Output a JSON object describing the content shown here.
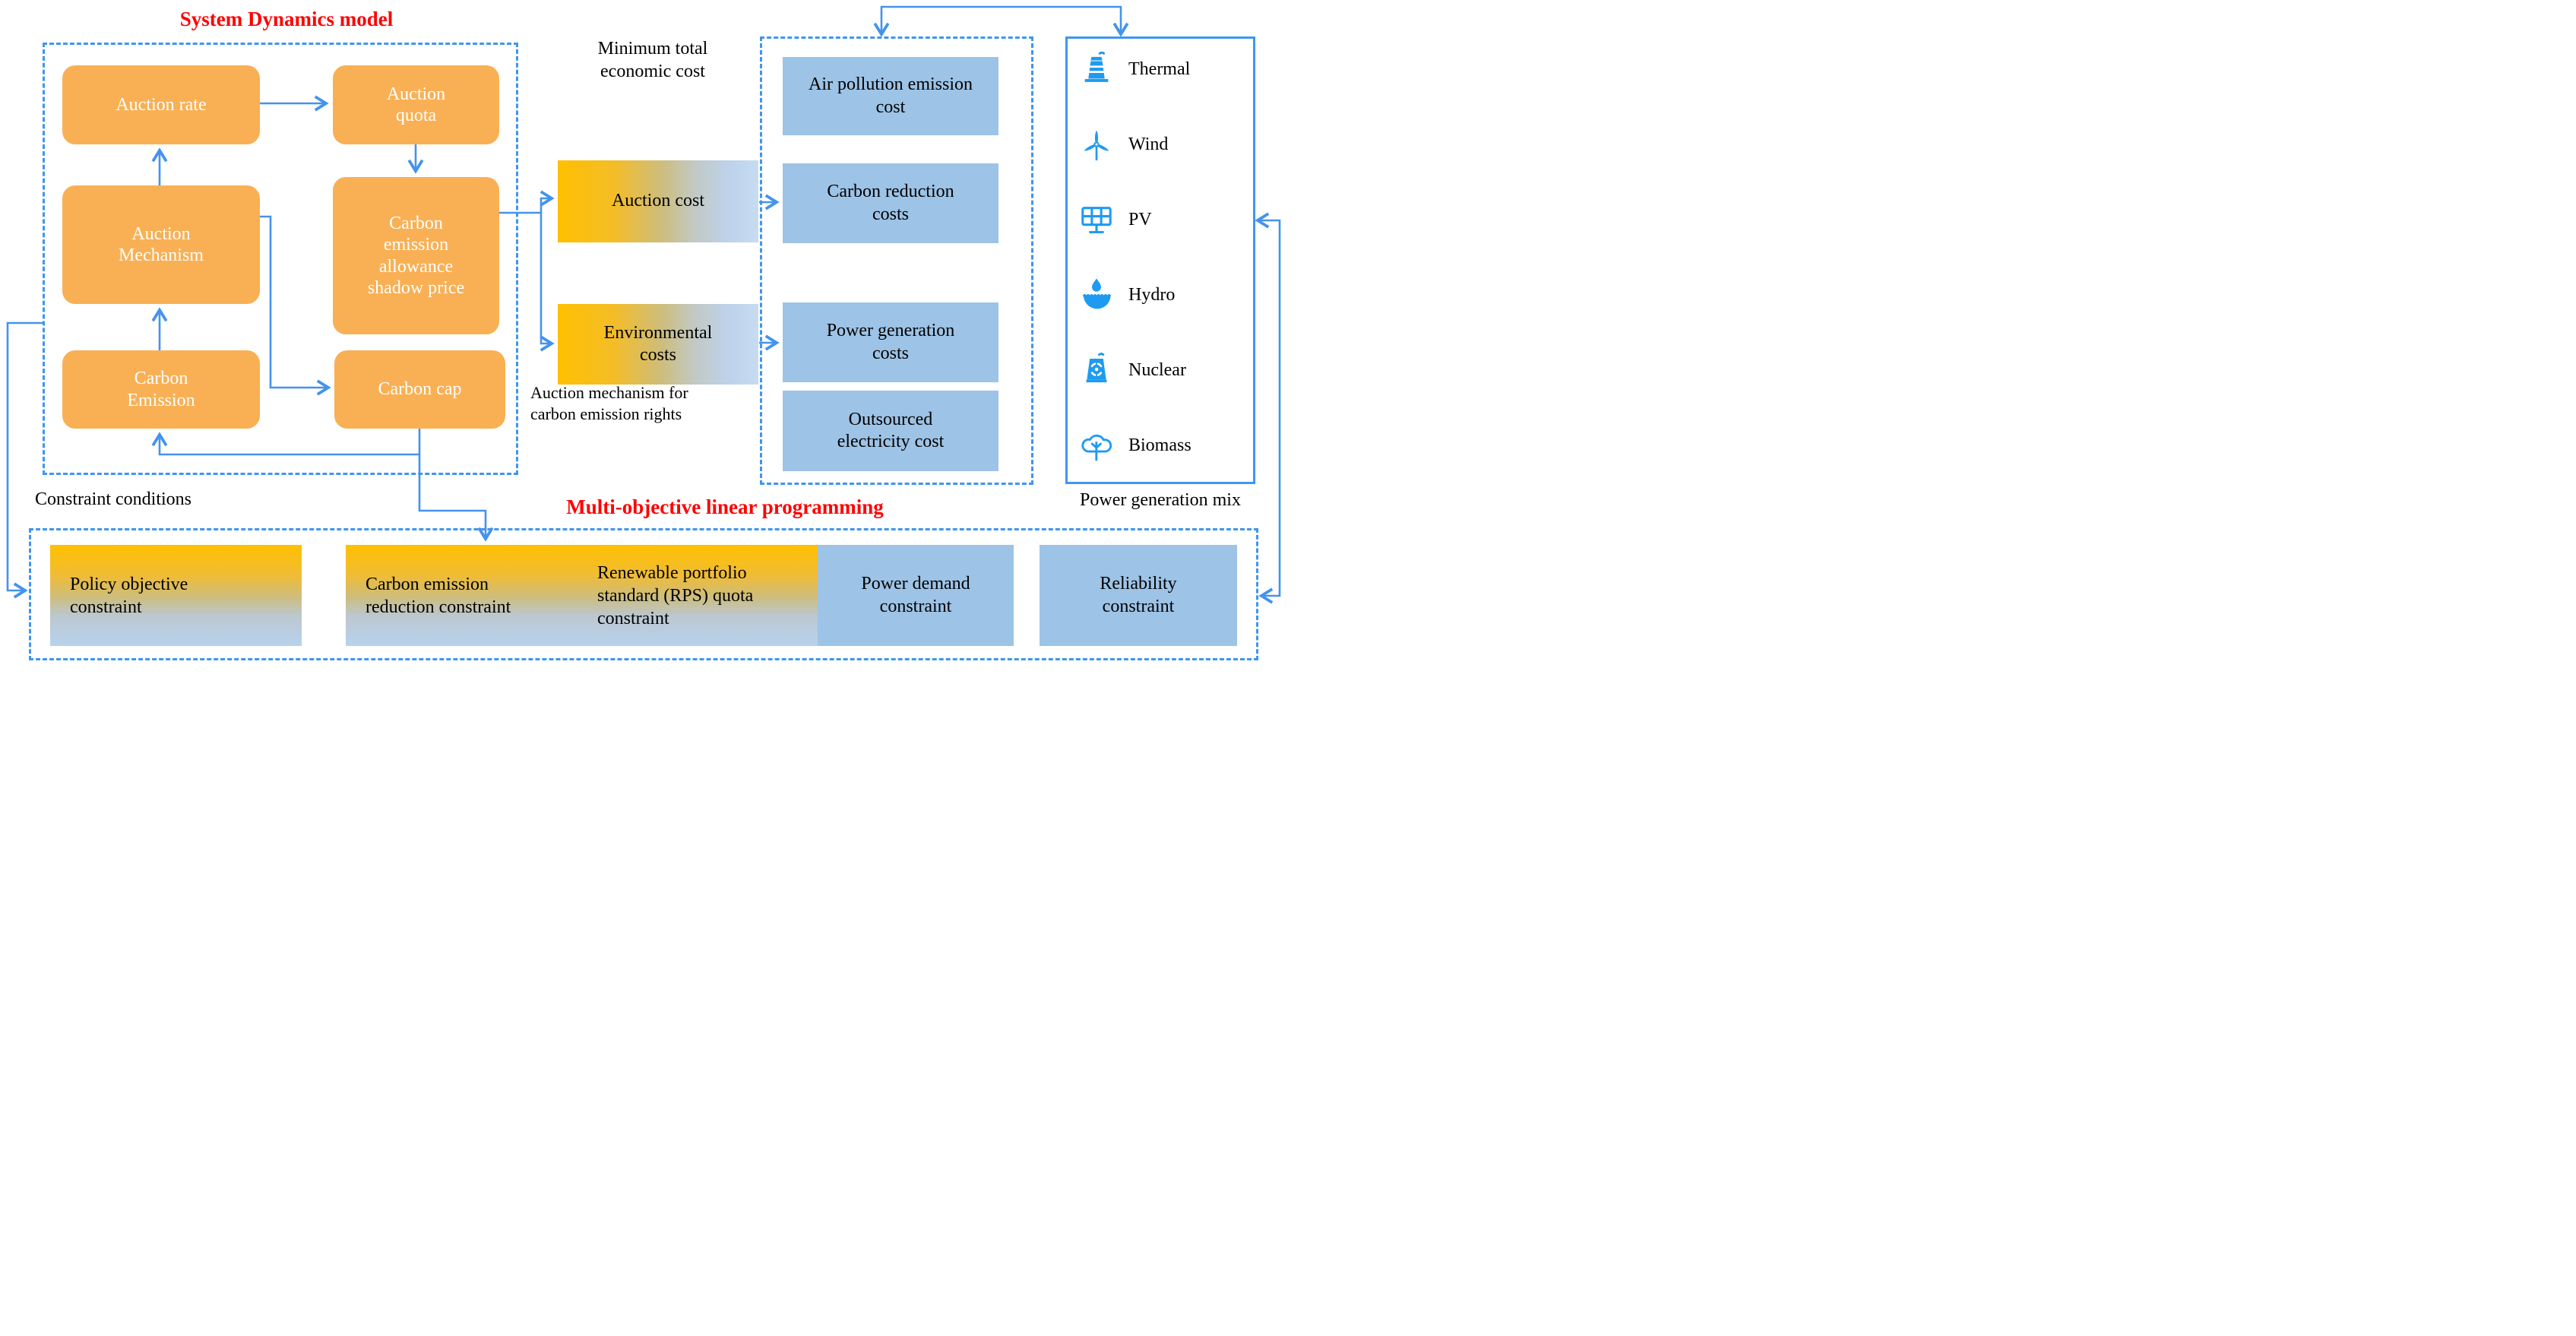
{
  "titles": {
    "system_dynamics": "System Dynamics model",
    "molp": "Multi-objective linear programming"
  },
  "labels": {
    "constraint_conditions": "Constraint conditions",
    "min_total_cost": "Minimum total economic cost",
    "auction_note": "Auction mechanism for carbon emission rights",
    "power_mix": "Power generation mix"
  },
  "sd_nodes": {
    "auction_rate": "Auction rate",
    "auction_quota": "Auction quota",
    "auction_mechanism": "Auction Mechanism",
    "shadow_price": "Carbon emission allowance shadow price",
    "carbon_emission": "Carbon Emission",
    "carbon_cap": "Carbon cap"
  },
  "cost_links": {
    "auction_cost": "Auction cost",
    "environmental_costs": "Environmental costs"
  },
  "objectives": [
    "Air pollution emission cost",
    "Carbon reduction costs",
    "Power generation costs",
    "Outsourced electricity cost"
  ],
  "constraints": [
    "Policy objective constraint",
    "Carbon emission reduction constraint",
    "Renewable portfolio standard (RPS) quota constraint",
    "Power demand constraint",
    "Reliability constraint"
  ],
  "power_mix": [
    {
      "icon": "thermal-icon",
      "label": "Thermal"
    },
    {
      "icon": "wind-icon",
      "label": "Wind"
    },
    {
      "icon": "pv-icon",
      "label": "PV"
    },
    {
      "icon": "hydro-icon",
      "label": "Hydro"
    },
    {
      "icon": "nuclear-icon",
      "label": "Nuclear"
    },
    {
      "icon": "biomass-icon",
      "label": "Biomass"
    }
  ],
  "colors": {
    "node_orange": "#f9b054",
    "box_blue": "#9dc3e6",
    "gradient_yellow": "#ffc000",
    "gradient_blue": "#bdd7ee",
    "line_blue": "#4493ec",
    "border_blue": "#3e96f0",
    "icon_blue": "#1e9bf0",
    "title_red": "#ff0000"
  }
}
